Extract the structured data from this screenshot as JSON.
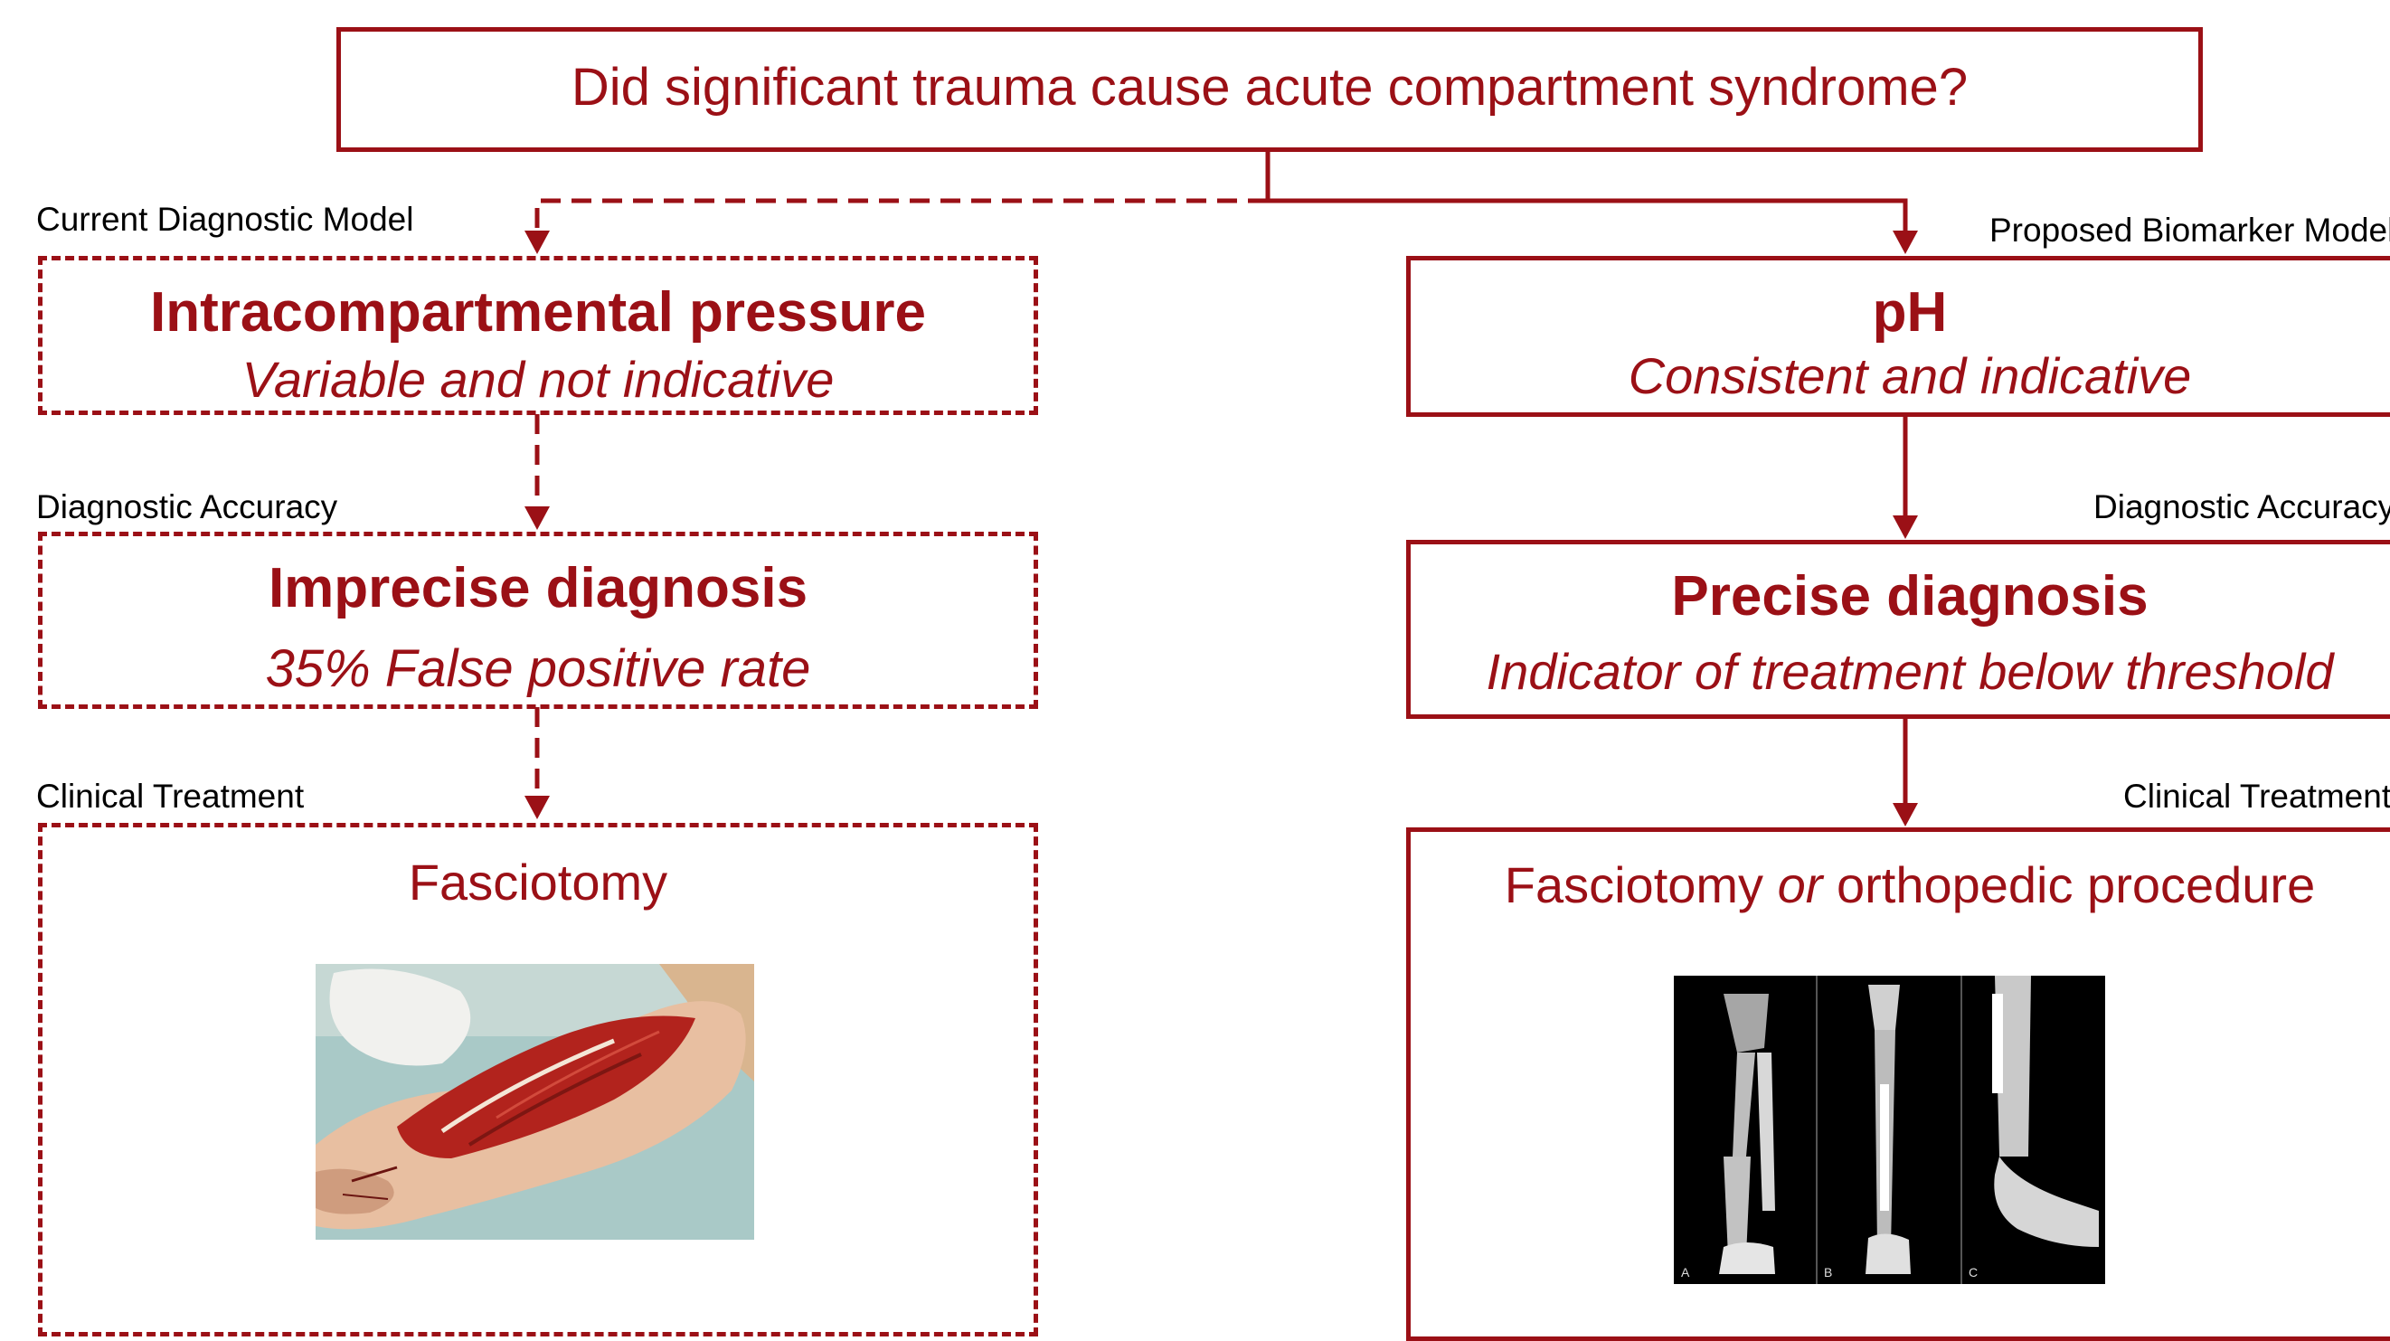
{
  "question": "Did significant trauma cause acute compartment syndrome?",
  "left": {
    "model_label": "Current Diagnostic Model",
    "measure_title": "Intracompartmental pressure",
    "measure_subtitle": "Variable and not indicative",
    "accuracy_label": "Diagnostic Accuracy",
    "diagnosis_title": "Imprecise diagnosis",
    "diagnosis_subtitle": "35% False positive rate",
    "treatment_label": "Clinical Treatment",
    "treatment_title": "Fasciotomy",
    "image_icon": "fasciotomy-wound-photo"
  },
  "right": {
    "model_label": "Proposed Biomarker Model",
    "measure_title": "pH",
    "measure_subtitle": "Consistent and indicative",
    "accuracy_label": "Diagnostic Accuracy",
    "diagnosis_title": "Precise diagnosis",
    "diagnosis_subtitle": "Indicator of treatment below threshold",
    "treatment_label": "Clinical Treatment",
    "treatment_title_a": "Fasciotomy ",
    "treatment_title_or": "or",
    "treatment_title_b": " orthopedic procedure",
    "image_icon": "forearm-xray-images",
    "xray_labels": [
      "A",
      "B",
      "C"
    ]
  },
  "colors": {
    "accent": "#9b1016"
  }
}
